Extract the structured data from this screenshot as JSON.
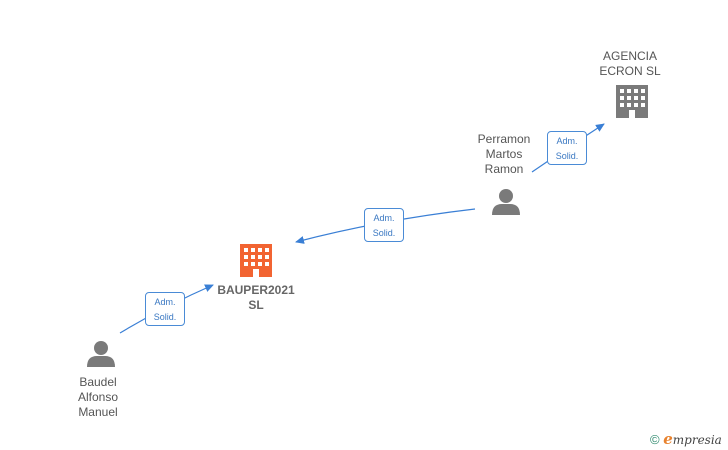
{
  "nodes": {
    "agencia": {
      "line1": "AGENCIA",
      "line2": "ECRON  SL",
      "icon": "building-icon",
      "color": "#7a7a7a"
    },
    "perramon": {
      "line1": "Perramon",
      "line2": "Martos",
      "line3": "Ramon",
      "icon": "person-icon",
      "color": "#7a7a7a"
    },
    "bauper": {
      "line1": "BAUPER2021",
      "line2": "SL",
      "icon": "building-icon",
      "color": "#f26432"
    },
    "baudel": {
      "line1": "Baudel",
      "line2": "Alfonso",
      "line3": "Manuel",
      "icon": "person-icon",
      "color": "#7a7a7a"
    }
  },
  "edges": [
    {
      "from": "perramon",
      "to": "agencia",
      "line1": "Adm.",
      "line2": "Solid."
    },
    {
      "from": "perramon",
      "to": "bauper",
      "line1": "Adm.",
      "line2": "Solid."
    },
    {
      "from": "baudel",
      "to": "bauper",
      "line1": "Adm.",
      "line2": "Solid."
    }
  ],
  "colors": {
    "edge": "#3a7fd5"
  },
  "footer": {
    "symbol": "©",
    "brand_initial": "e",
    "brand_rest": "mpresia"
  }
}
